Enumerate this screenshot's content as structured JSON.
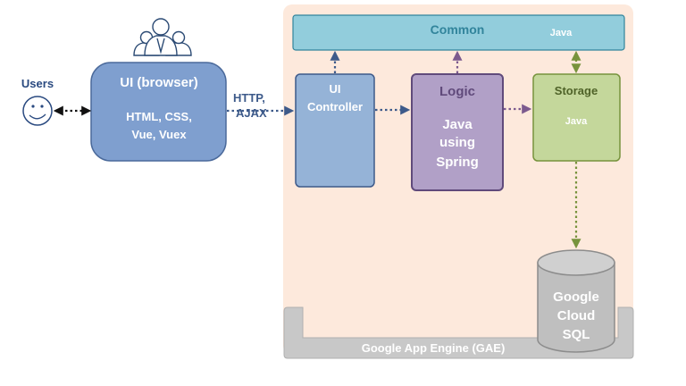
{
  "users": {
    "label": "Users"
  },
  "ui_browser": {
    "title": "UI (browser)",
    "tech_line1": "HTML, CSS,",
    "tech_line2": "Vue, Vuex"
  },
  "protocol": {
    "line1": "HTTP,",
    "line2": "AJAX"
  },
  "common": {
    "title": "Common",
    "tech": "Java"
  },
  "ui_controller": {
    "line1": "UI",
    "line2": "Controller"
  },
  "logic": {
    "title": "Logic",
    "line1": "Java",
    "line2": "using",
    "line3": "Spring"
  },
  "storage": {
    "title": "Storage",
    "tech": "Java"
  },
  "database": {
    "line1": "Google",
    "line2": "Cloud",
    "line3": "SQL"
  },
  "platform": {
    "label": "Google App Engine (GAE)"
  },
  "colors": {
    "gae_background": "#fde9dc",
    "gae_platform": "#c8c8c8",
    "common": "#92cddc",
    "ui_browser": "#7f9fcf",
    "ui_controller": "#95b3d7",
    "logic": "#b1a0c7",
    "storage": "#c4d79b",
    "database": "#bfbfbf",
    "arrow_blue": "#3d5a8a",
    "arrow_purple": "#7c5a8e",
    "arrow_green": "#77933c"
  }
}
